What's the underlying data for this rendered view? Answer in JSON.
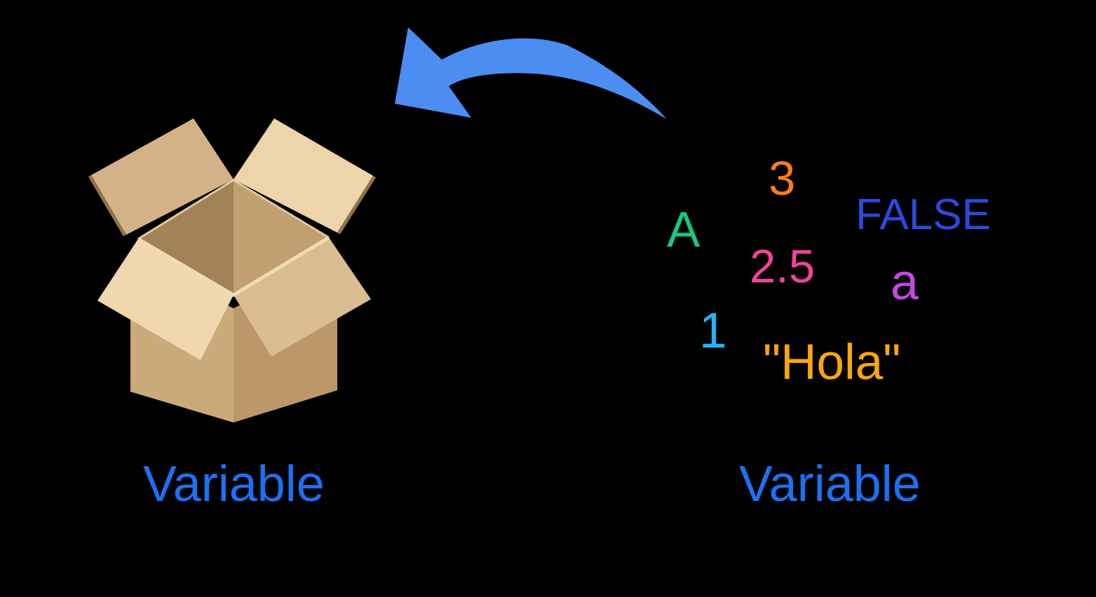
{
  "diagram": {
    "description": "Open cardboard box representing a variable, with assorted literal values and an arrow pointing from the values toward the box"
  },
  "box_label": {
    "text": "Variable",
    "color": "#1D70F2"
  },
  "values_label": {
    "text": "Variable",
    "color": "#1D70F2"
  },
  "arrow": {
    "color": "#4C8DF2",
    "meaning": "values go into the variable box"
  },
  "values": [
    {
      "text": "3",
      "color": "#F97D1C"
    },
    {
      "text": "FALSE",
      "color": "#2B4ADC"
    },
    {
      "text": "A",
      "color": "#17C87C"
    },
    {
      "text": "2.5",
      "color": "#F0449B"
    },
    {
      "text": "a",
      "color": "#C04BE0"
    },
    {
      "text": "1",
      "color": "#25B2F0"
    },
    {
      "text": "\"Hola\"",
      "color": "#FBA70A"
    }
  ],
  "box": {
    "palette": {
      "back_left_flap": "#D4B287",
      "back_right_flap": "#EDD4AA",
      "edge_sliver": "#8F7349",
      "interior_left": "#A28257",
      "interior_right": "#C09F70",
      "rim_back_edge": "#E2C89C",
      "body_left": "#C9AA7B",
      "body_right": "#BB9769",
      "front_left_flap": "#F0D7AE",
      "front_right_flap": "#D9BC8F",
      "rim_front_edge": "#F0DCB4"
    },
    "background": "#000000"
  }
}
